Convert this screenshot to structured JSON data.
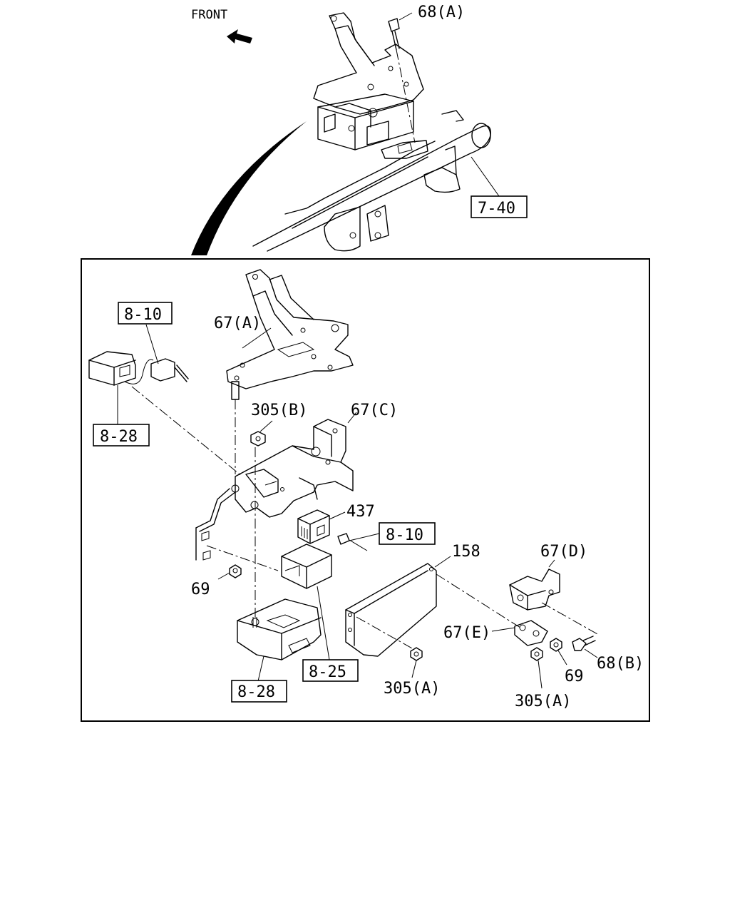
{
  "front_label": "FRONT",
  "parts": {
    "p68a": "68(A)",
    "ref740": "7-40",
    "p67a": "67(A)",
    "ref810_top": "8-10",
    "ref828_top": "8-28",
    "p305b": "305(B)",
    "p67c": "67(C)",
    "p437": "437",
    "ref810_mid": "8-10",
    "p158": "158",
    "p67d": "67(D)",
    "p69_left": "69",
    "p67e": "67(E)",
    "p69_right": "69",
    "p68b": "68(B)",
    "ref825": "8-25",
    "ref828_bot": "8-28",
    "p305a_mid": "305(A)",
    "p305a_right": "305(A)"
  }
}
